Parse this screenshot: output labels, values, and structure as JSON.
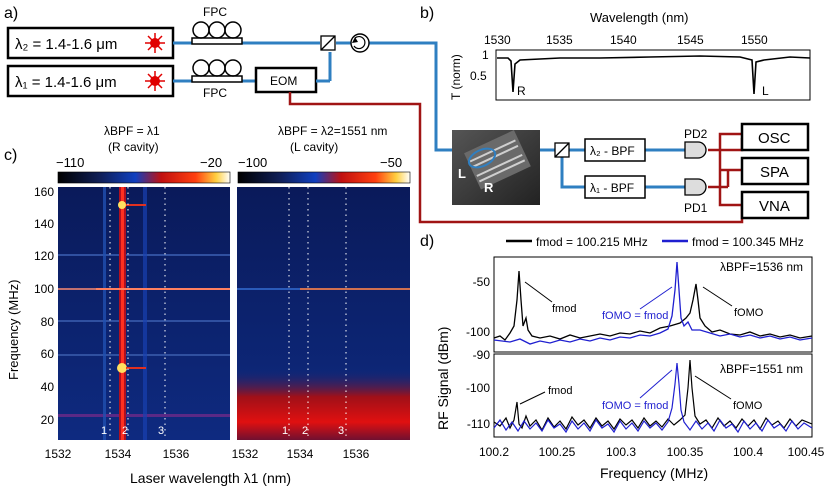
{
  "panels": {
    "a": "a)",
    "b": "b)",
    "c": "c)",
    "d": "d)"
  },
  "setup": {
    "laser2": "λ₂ = 1.4-1.6 μm",
    "laser1": "λ₁ = 1.4-1.6 μm",
    "fpc_top": "FPC",
    "fpc_bottom": "FPC",
    "eom": "EOM",
    "bpf2": "λ₂ - BPF",
    "bpf1": "λ₁ - BPF",
    "pd2": "PD2",
    "pd1": "PD1",
    "osc": "OSC",
    "spa": "SPA",
    "vna": "VNA",
    "sem_L": "L",
    "sem_R": "R"
  },
  "panel_b": {
    "title": "Wavelength (nm)",
    "ticks": [
      "1530",
      "1535",
      "1540",
      "1545",
      "1550"
    ],
    "ylabel": "T (norm)",
    "yticks": [
      "1",
      "0.5"
    ],
    "markR": "R",
    "markL": "L"
  },
  "panel_c": {
    "left_title_top": "λBPF = λ1",
    "left_title_bottom": "(R cavity)",
    "right_title_top": "λBPF = λ2=1551 nm",
    "right_title_bottom": "(L cavity)",
    "left_cbar": [
      "−110",
      "−20"
    ],
    "right_cbar": [
      "−100",
      "−50"
    ],
    "ylabel": "Frequency (MHz)",
    "yticks": [
      "160",
      "140",
      "120",
      "100",
      "80",
      "60",
      "40",
      "20"
    ],
    "xlabel": "Laser wavelength λ1 (nm)",
    "xticks_left": [
      "1532",
      "1534",
      "1536"
    ],
    "xticks_right": [
      "1532",
      "1534",
      "1536"
    ],
    "markers": [
      "1",
      "2",
      "3"
    ]
  },
  "panel_d": {
    "legend_black": "fmod = 100.215 MHz",
    "legend_blue": "fmod = 100.345 MHz",
    "top_label": "λBPF=1536 nm",
    "bottom_label": "λBPF=1551 nm",
    "ylabel": "RF Signal (dBm)",
    "xlabel": "Frequency (MHz)",
    "top_yticks": [
      "-50",
      "-100"
    ],
    "bottom_yticks": [
      "-90",
      "-100",
      "-110"
    ],
    "xticks": [
      "100.2",
      "100.25",
      "100.3",
      "100.35",
      "100.4",
      "100.45"
    ],
    "ann_fmod": "fmod",
    "ann_fomo": "fOMO",
    "ann_eq": "fOMO = fmod"
  },
  "chart_data": {
    "type": "line",
    "x": [
      100.2,
      100.25,
      100.3,
      100.35,
      100.4,
      100.45
    ],
    "xlabel": "Frequency (MHz)",
    "ylabel": "RF Signal (dBm)",
    "series": [
      {
        "name": "fmod = 100.215 MHz",
        "color": "#000000"
      },
      {
        "name": "fmod = 100.345 MHz",
        "color": "#1f1fd0"
      }
    ]
  },
  "colors": {
    "fiber": "#2f7fc1",
    "elec": "#a01414",
    "laser": "#e00000"
  }
}
